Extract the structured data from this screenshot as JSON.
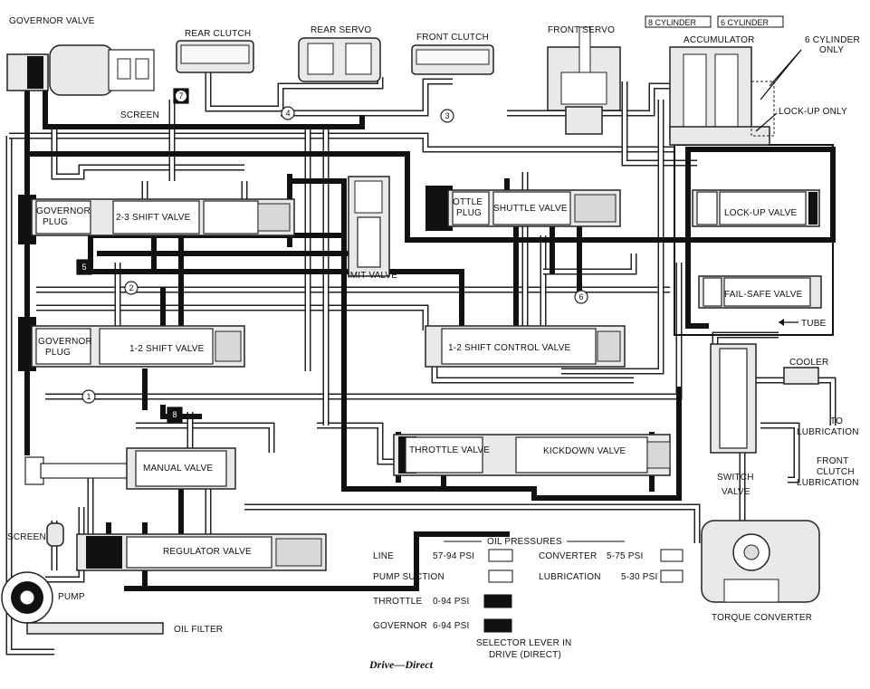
{
  "labels": {
    "governor_valve": "GOVERNOR VALVE",
    "rear_clutch": "REAR CLUTCH",
    "rear_servo": "REAR SERVO",
    "front_clutch": "FRONT CLUTCH",
    "front_servo": "FRONT SERVO",
    "eight_cylinder": "8 CYLINDER",
    "six_cylinder": "6 CYLINDER",
    "accumulator": "ACCUMULATOR",
    "six_cylinder_only_1": "6 CYLINDER",
    "six_cylinder_only_2": "ONLY",
    "lockup_only": "LOCK-UP ONLY",
    "screen_top": "SCREEN",
    "governor_plug_top_1": "GOVERNOR",
    "governor_plug_top_2": "PLUG",
    "shift_valve_23": "2-3 SHIFT VALVE",
    "limit_valve": "LIMIT VALVE",
    "throttle_plug_1": "OTTLE",
    "throttle_plug_2": "PLUG",
    "shuttle_valve": "SHUTTLE VALVE",
    "lockup_valve": "LOCK-UP VALVE",
    "failsafe_valve": "FAIL-SAFE VALVE",
    "tube": "TUBE",
    "governor_plug_mid_1": "GOVERNOR",
    "governor_plug_mid_2": "PLUG",
    "shift_valve_12": "1-2 SHIFT VALVE",
    "shift_control_valve_12": "1-2 SHIFT CONTROL VALVE",
    "cooler": "COOLER",
    "to_lubrication_1": "TO",
    "to_lubrication_2": "LUBRICATION",
    "front_clutch_lub_1": "FRONT",
    "front_clutch_lub_2": "CLUTCH",
    "front_clutch_lub_3": "LUBRICATION",
    "switch_valve_1": "SWITCH",
    "switch_valve_2": "VALVE",
    "throttle_valve": "THROTTLE VALVE",
    "kickdown_valve": "KICKDOWN VALVE",
    "manual_valve": "MANUAL VALVE",
    "regulator_valve": "REGULATOR VALVE",
    "screen_left": "SCREEN",
    "pump": "PUMP",
    "oil_filter": "OIL FILTER",
    "torque_converter": "TORQUE CONVERTER",
    "caption": "Drive—Direct"
  },
  "balls": {
    "b1": "1",
    "b2": "2",
    "b3": "3",
    "b4": "4",
    "b5": "5",
    "b6": "6",
    "b7": "7",
    "b8": "8"
  },
  "legend": {
    "title": "OIL PRESSURES",
    "line_name": "LINE",
    "line_value": "57-94 PSI",
    "pump_suction_name": "PUMP SUCTION",
    "throttle_name": "THROTTLE",
    "throttle_value": "0-94 PSI",
    "governor_name": "GOVERNOR",
    "governor_value": "6-94 PSI",
    "converter_name": "CONVERTER",
    "converter_value": "5-75 PSI",
    "lubrication_name": "LUBRICATION",
    "lubrication_value": "5-30 PSI",
    "selector_1": "SELECTOR LEVER IN",
    "selector_2": "DRIVE (DIRECT)"
  },
  "colors": {
    "line": "#ffffff",
    "pump_suction": "#ffffff",
    "throttle": "#111111",
    "governor": "#111111",
    "converter": "#ffffff",
    "lubrication": "#ffffff"
  }
}
